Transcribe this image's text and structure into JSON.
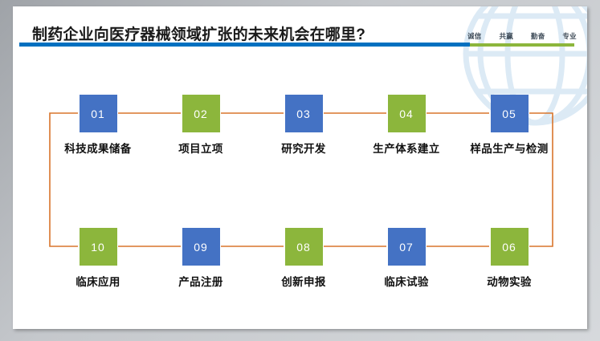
{
  "slide": {
    "title": "制药企业向医疗器械领域扩张的未来机会在哪里?",
    "slogan": [
      "诚信",
      "共赢",
      "勤奋",
      "专业"
    ],
    "colors": {
      "rule_blue": "#0070C0",
      "rule_green": "#8CB63C",
      "chip_blue": "#4472C4",
      "chip_green": "#8CB63C",
      "connector_orange": "#D9752B",
      "title_text": "#1A1A1A",
      "canvas": "#FFFFFF"
    }
  },
  "flow": {
    "top_row": [
      {
        "number": "01",
        "label": "科技成果储备",
        "color": "blue"
      },
      {
        "number": "02",
        "label": "项目立项",
        "color": "green"
      },
      {
        "number": "03",
        "label": "研究开发",
        "color": "blue"
      },
      {
        "number": "04",
        "label": "生产体系建立",
        "color": "green"
      },
      {
        "number": "05",
        "label": "样品生产与检测",
        "color": "blue"
      }
    ],
    "bottom_row": [
      {
        "number": "10",
        "label": "临床应用",
        "color": "green"
      },
      {
        "number": "09",
        "label": "产品注册",
        "color": "blue"
      },
      {
        "number": "08",
        "label": "创新申报",
        "color": "green"
      },
      {
        "number": "07",
        "label": "临床试验",
        "color": "blue"
      },
      {
        "number": "06",
        "label": "动物实验",
        "color": "green"
      }
    ]
  }
}
